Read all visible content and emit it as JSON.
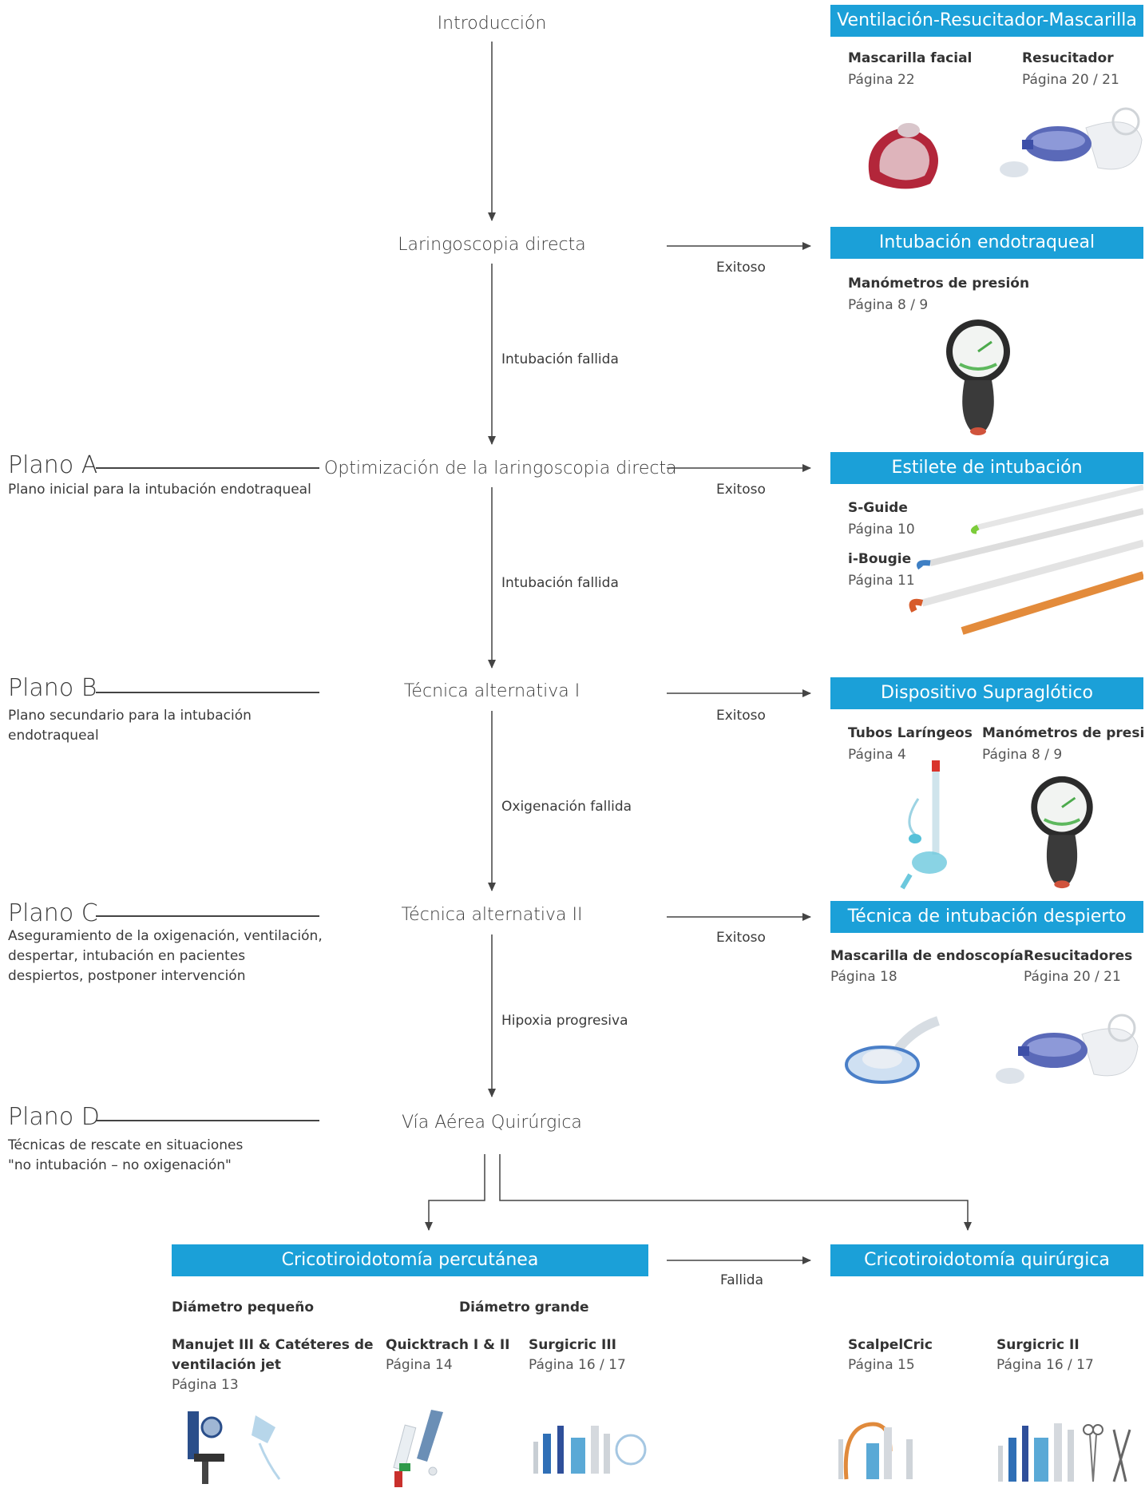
{
  "colors": {
    "accent": "#1ba0d8",
    "line": "#444444"
  },
  "flow": {
    "intro": "Introducción",
    "laringoscopia": "Laringoscopia directa",
    "optimizacion": "Optimización de la laringoscopia directa",
    "tecnica1": "Técnica alternativa I",
    "tecnica2": "Técnica alternativa II",
    "via": "Vía Aérea Quirúrgica"
  },
  "edges": {
    "exitoso": "Exitoso",
    "intubacion_fallida": "Intubación fallida",
    "oxigenacion_fallida": "Oxigenación fallida",
    "hipoxia": "Hipoxia progresiva",
    "fallida": "Fallida"
  },
  "plans": {
    "a": {
      "title": "Plano A",
      "desc": "Plano inicial para la intubación endotraqueal"
    },
    "b": {
      "title": "Plano B",
      "desc": "Plano secundario para la intubación endotraqueal"
    },
    "c": {
      "title": "Plano C",
      "desc": "Aseguramiento de la oxigenación, ventilación, despertar, intubación en pacientes despiertos, postponer intervención"
    },
    "d": {
      "title": "Plano D",
      "desc_line1": "Técnicas de rescate en situaciones",
      "desc_line2": "\"no intubación – no oxigenación\""
    }
  },
  "boxes": {
    "ventilacion": {
      "title": "Ventilación-Resucitador-Mascarilla",
      "items": [
        {
          "name": "Mascarilla facial",
          "page": "Página 22",
          "icon": "face-mask-icon"
        },
        {
          "name": "Resucitador",
          "page": "Página 20 / 21",
          "icon": "resuscitator-icon"
        }
      ]
    },
    "intubacion": {
      "title": "Intubación endotraqueal",
      "items": [
        {
          "name": "Manómetros de presión",
          "page": "Página 8 / 9",
          "icon": "pressure-gauge-icon"
        }
      ]
    },
    "estilete": {
      "title": "Estilete de intubación",
      "items": [
        {
          "name": "S-Guide",
          "page": "Página 10",
          "icon": "stylet-icon"
        },
        {
          "name": "i-Bougie",
          "page": "Página 11",
          "icon": "bougie-icon"
        }
      ]
    },
    "supraglotico": {
      "title": "Dispositivo Supraglótico",
      "items": [
        {
          "name": "Tubos Laríngeos",
          "page": "Página 4",
          "icon": "laryngeal-tube-icon"
        },
        {
          "name": "Manómetros de presión",
          "page": "Página 8 / 9",
          "icon": "pressure-gauge-icon"
        }
      ]
    },
    "despierto": {
      "title": "Técnica de intubación despierto",
      "items": [
        {
          "name": "Mascarilla de endoscopía",
          "page": "Página 18",
          "icon": "endoscopy-mask-icon"
        },
        {
          "name": "Resucitadores",
          "page": "Página 20 / 21",
          "icon": "resuscitator-icon"
        }
      ]
    },
    "percutanea": {
      "title": "Cricotiroidotomía percutánea",
      "small_label": "Diámetro pequeño",
      "large_label": "Diámetro grande",
      "items": [
        {
          "name_line1": "Manujet III & Catéteres de",
          "name_line2": "ventilación jet",
          "page": "Página 13",
          "icon": "jet-ventilation-icon"
        },
        {
          "name": "Quicktrach I & II",
          "page": "Página 14",
          "icon": "quicktrach-icon"
        },
        {
          "name": "Surgicric III",
          "page": "Página 16 / 17",
          "icon": "surgicric-kit-icon"
        }
      ]
    },
    "quirurgica": {
      "title": "Cricotiroidotomía quirúrgica",
      "items": [
        {
          "name": "ScalpelCric",
          "page": "Página 15",
          "icon": "scalpelcric-kit-icon"
        },
        {
          "name": "Surgicric II",
          "page": "Página 16 / 17",
          "icon": "surgicric-kit-icon"
        }
      ]
    }
  }
}
